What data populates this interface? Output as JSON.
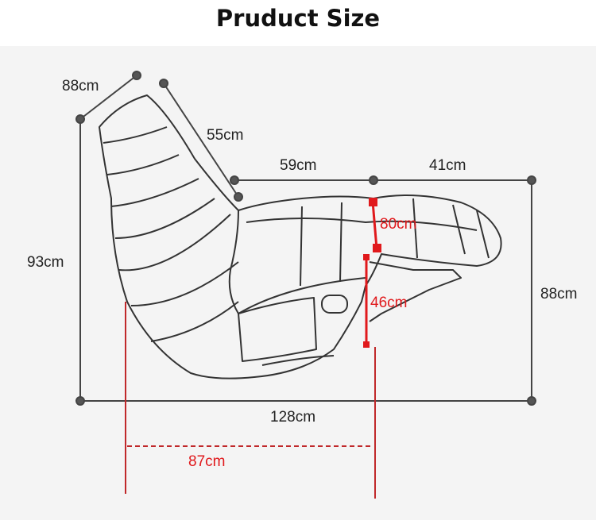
{
  "title": "Pruduct Size",
  "dimensions": {
    "backrest_width": "88cm",
    "backrest_depth": "55cm",
    "seat_length": "59cm",
    "footrest_length": "41cm",
    "total_height": "93cm",
    "reclined_height": "88cm",
    "total_length": "128cm",
    "footrest_height": "80cm",
    "seat_height": "46cm",
    "upright_length": "87cm"
  },
  "colors": {
    "dimension": "#555555",
    "highlight": "#e0191c",
    "outline": "#333333"
  }
}
